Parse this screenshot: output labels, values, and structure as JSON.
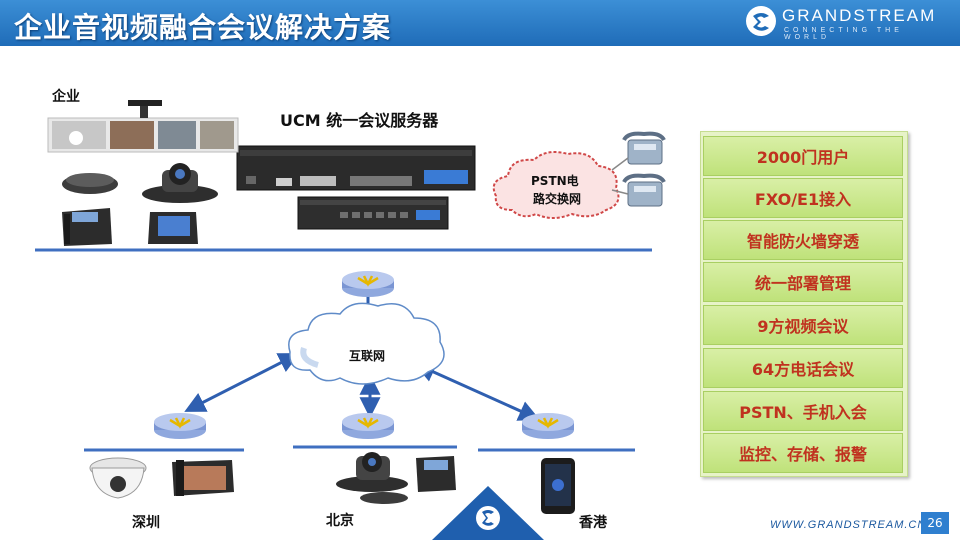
{
  "header": {
    "title": "企业音视频融合会议解决方案"
  },
  "logo": {
    "name": "GRANDSTREAM",
    "tagline": "CONNECTING THE WORLD"
  },
  "labels": {
    "enterprise": "企业",
    "ucm": "UCM 统一会议服务器",
    "pstn_line1": "PSTN电",
    "pstn_line2": "路交换网",
    "internet": "互联网",
    "shenzhen": "深圳",
    "beijing": "北京",
    "hongkong": "香港"
  },
  "features": [
    "2000门用户",
    "FXO/E1接入",
    "智能防火墙穿透",
    "统一部署管理",
    "9方视频会议",
    "64方电话会议",
    "PSTN、手机入会",
    "监控、存储、报警"
  ],
  "footer": {
    "url": "WWW.GRANDSTREAM.CN",
    "page": "26"
  },
  "colors": {
    "header": "#1f6cb8",
    "network_line": "#2f5fb0",
    "feature_text": "#c0321f",
    "feature_bg": "#c9e78a"
  }
}
